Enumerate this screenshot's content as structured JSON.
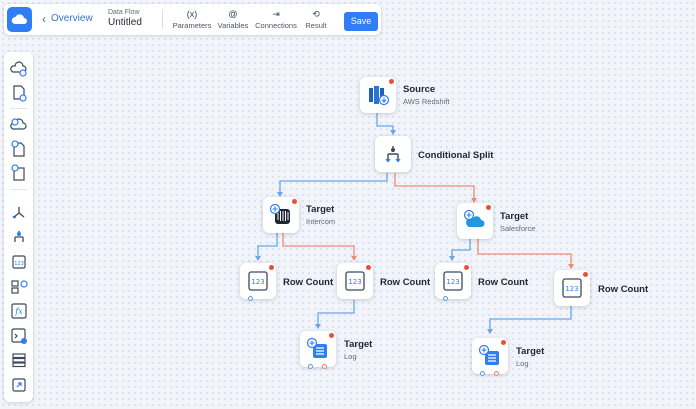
{
  "topbar": {
    "back_label": "Overview",
    "flow_type": "Data Flow",
    "flow_name": "Untitled",
    "tools": [
      {
        "icon": "(x)",
        "label": "Parameters"
      },
      {
        "icon": "@",
        "label": "Variables"
      },
      {
        "icon": "⇥",
        "label": "Connections"
      },
      {
        "icon": "⟲",
        "label": "Result"
      }
    ],
    "save_label": "Save"
  },
  "colors": {
    "accent": "#2f7ef6",
    "edge_true": "#6aa6ec",
    "edge_false": "#ef8a76",
    "error_dot": "#e8503c"
  },
  "nodes": {
    "source": {
      "title": "Source",
      "sub": "AWS Redshift"
    },
    "split": {
      "title": "Conditional Split"
    },
    "target_intercom": {
      "title": "Target",
      "sub": "Intercom"
    },
    "target_salesforce": {
      "title": "Target",
      "sub": "Salesforce"
    },
    "rc1": {
      "title": "Row Count"
    },
    "rc2": {
      "title": "Row Count"
    },
    "rc3": {
      "title": "Row Count"
    },
    "rc4": {
      "title": "Row Count"
    },
    "log1": {
      "title": "Target",
      "sub": "Log"
    },
    "log2": {
      "title": "Target",
      "sub": "Log"
    }
  }
}
